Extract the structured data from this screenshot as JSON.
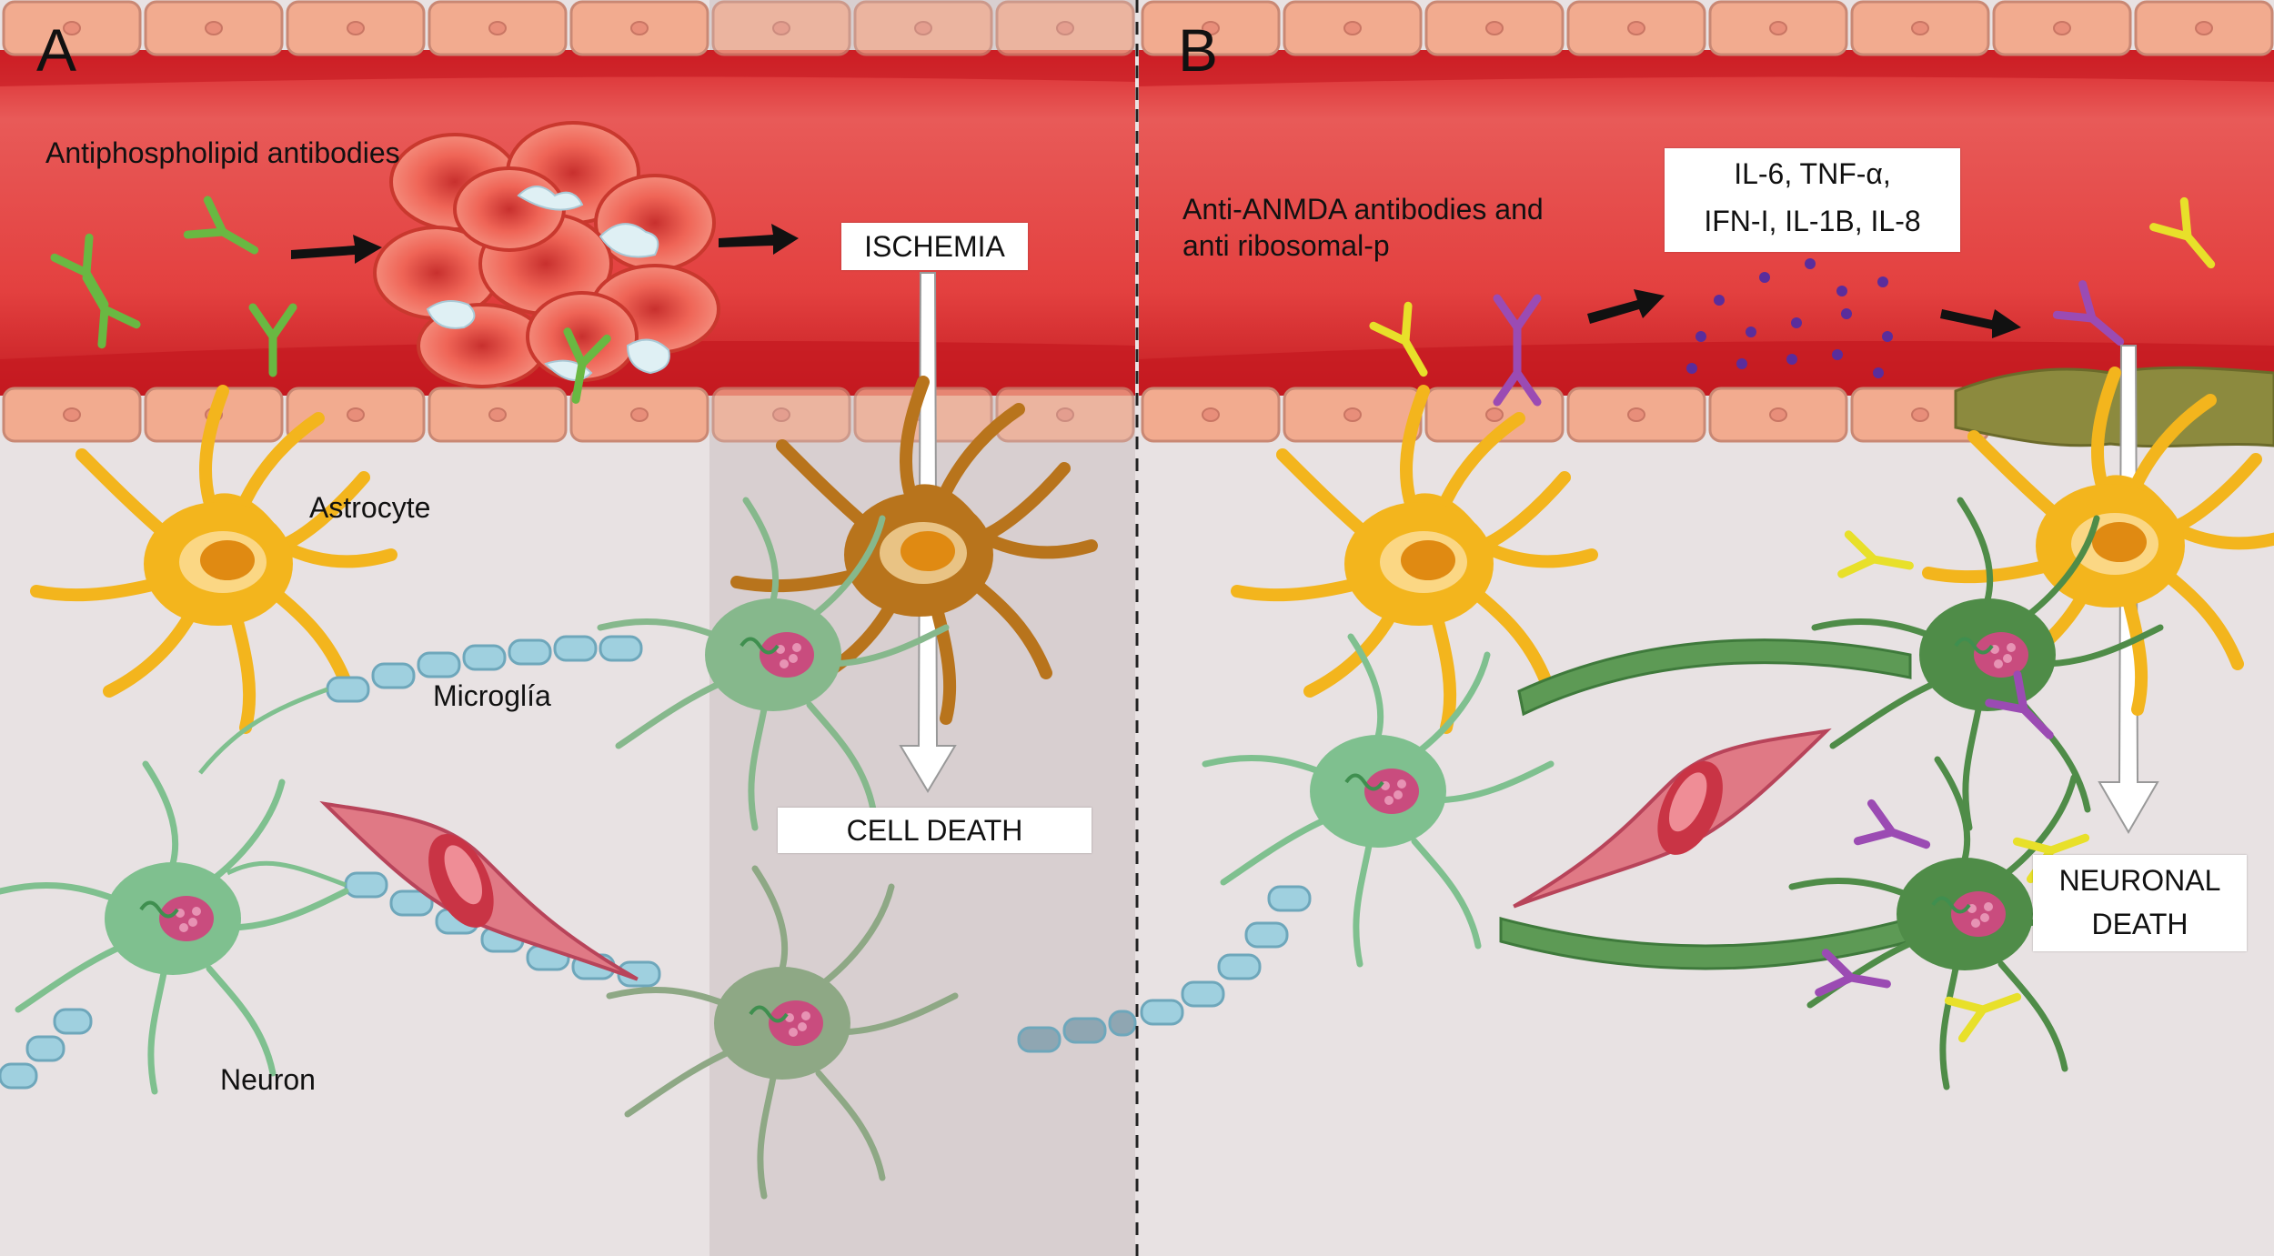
{
  "panels": {
    "a": {
      "letter": "A",
      "antibody_label": "Antiphospholipid antibodies",
      "ischemia_label": "ISCHEMIA",
      "cell_death_label": "CELL DEATH",
      "astrocyte_label": "Astrocyte",
      "microglia_label": "Microglía",
      "neuron_label": "Neuron"
    },
    "b": {
      "letter": "B",
      "antibody_label_line1": "Anti-ANMDA antibodies and",
      "antibody_label_line2": "anti ribosomal-p",
      "cytokines_line1": "IL-6, TNF-α,",
      "cytokines_line2": "IFN-I, IL-1B, IL-8",
      "neuronal_death_line1": "NEURONAL",
      "neuronal_death_line2": "DEATH"
    }
  },
  "colors": {
    "background": "#e8e2e3",
    "vessel_red": "#e2403f",
    "endothelium": "#f2ab8f",
    "astrocyte": "#f3b51d",
    "dying_astrocyte": "#b8741c",
    "neuron": "#7fc08f",
    "microglia": "#d85a68",
    "myelin": "#9fd0df",
    "antiphospholipid_antibody": "#69b842",
    "anti_nmda_antibody": "#e8e02a",
    "anti_ribosomal_antibody": "#9b4bb3",
    "cytokine_dot": "#5a2d9c"
  },
  "icons": [
    "antibody-icon",
    "red-blood-cell-clot",
    "astrocyte-cell",
    "neuron-cell",
    "microglia-cell",
    "cytokine-dots",
    "arrow-icon"
  ]
}
